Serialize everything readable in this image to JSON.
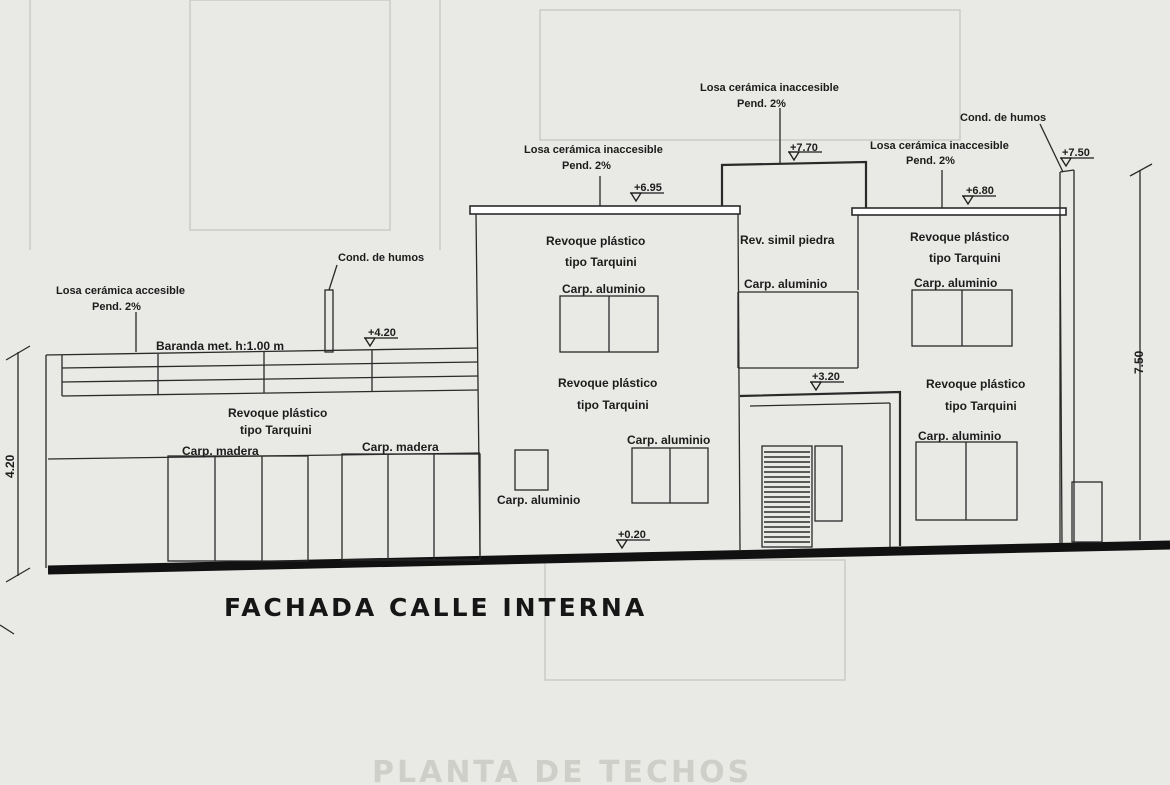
{
  "drawing": {
    "title": "FACHADA CALLE INTERNA",
    "background_sheet_title": "PLANTA DE TECHOS",
    "labels": {
      "losa_accesible": "Losa cerámica accesible",
      "pend": "Pend. 2%",
      "losa_inaccesible": "Losa cerámica inaccesible",
      "cond_humos": "Cond. de humos",
      "baranda": "Baranda met. h:1.00 m",
      "revoque_1": "Revoque plástico",
      "revoque_2": "tipo Tarquini",
      "carp_madera": "Carp. madera",
      "carp_aluminio": "Carp. aluminio",
      "rev_simil": "Rev. simil piedra"
    },
    "levels": {
      "l420": "+4.20",
      "l695": "+6.95",
      "l770": "+7.70",
      "l680": "+6.80",
      "l750": "+7.50",
      "l320": "+3.20",
      "l020": "+0.20"
    },
    "dimensions": {
      "left": "4.20",
      "right": "7.50"
    }
  },
  "colors": {
    "paper": "#e9e9e6",
    "ink": "#1c1c1c",
    "ghost": "#c9c9c4"
  }
}
